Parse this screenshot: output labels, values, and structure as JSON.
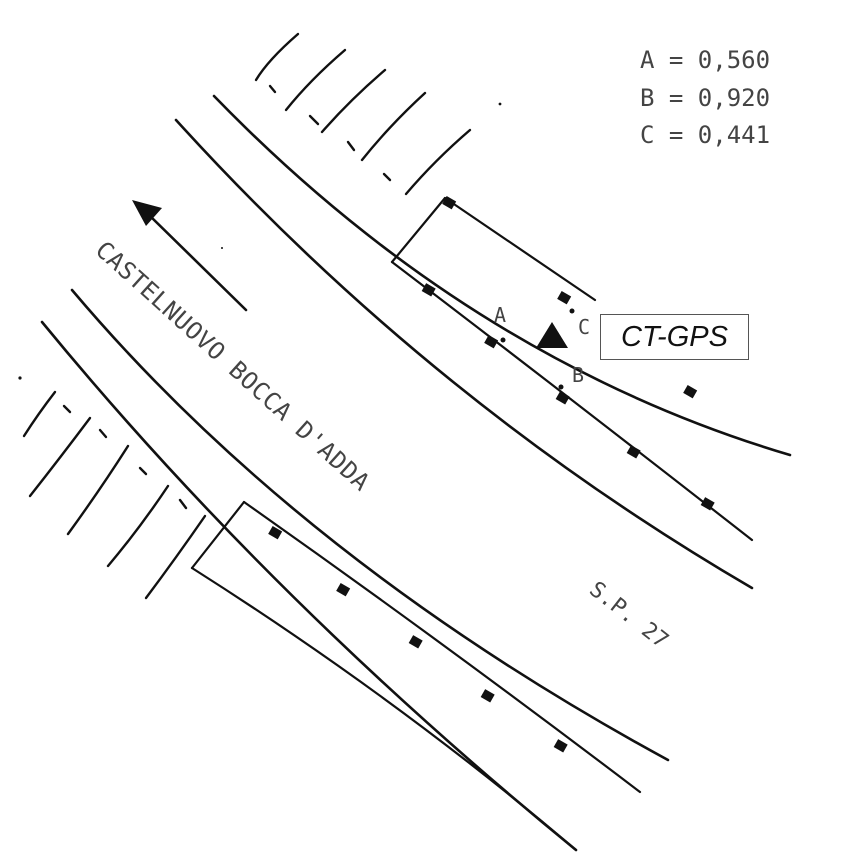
{
  "legend": {
    "lines": [
      {
        "label": "A",
        "value": "0,560",
        "text": "A = 0,560"
      },
      {
        "label": "B",
        "value": "0,920",
        "text": "B = 0,920"
      },
      {
        "label": "C",
        "value": "0,441",
        "text": "C = 0,441"
      }
    ]
  },
  "points": {
    "a": "A",
    "b": "B",
    "c": "C"
  },
  "station": {
    "label": "CT-GPS",
    "icon": "triangle-icon"
  },
  "road": {
    "name": "CASTELNUOVO BOCCA D'ADDA",
    "code": "S.P. 27"
  },
  "colors": {
    "ink": "#111111",
    "text": "#444444",
    "background": "#ffffff"
  }
}
